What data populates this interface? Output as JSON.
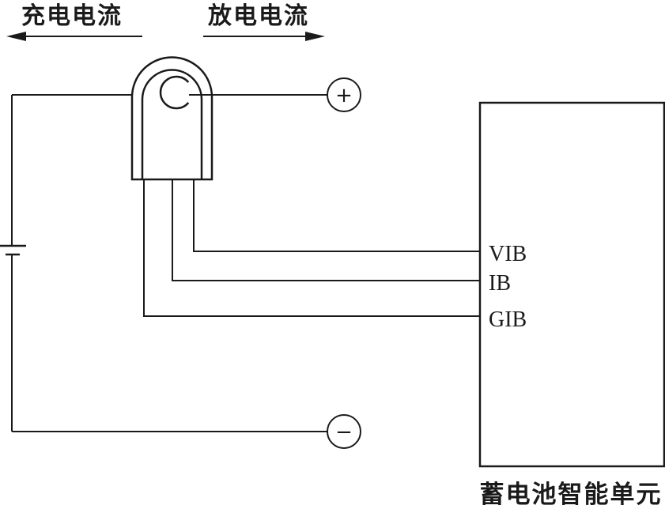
{
  "diagram": {
    "labels": {
      "charge_current": "充电电流",
      "discharge_current": "放电电流",
      "positive_terminal": "+",
      "negative_terminal": "−",
      "signal_vib": "VIB",
      "signal_ib": "IB",
      "signal_gib": "GIB",
      "unit_name": "蓄电池智能单元"
    },
    "colors": {
      "line": "#1a1a1a",
      "background": "#ffffff"
    }
  }
}
